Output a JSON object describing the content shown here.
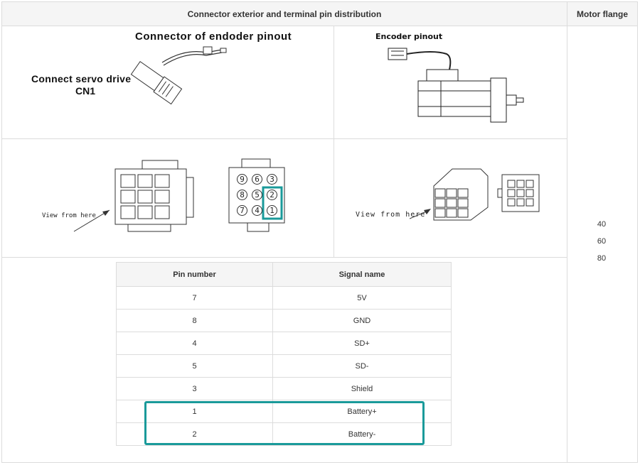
{
  "header": {
    "col_main": "Connector exterior and terminal pin distribution",
    "col_flange": "Motor flange"
  },
  "figures": {
    "connector_title": "Connector of endoder pinout",
    "drive_label_line1": "Connect servo drive",
    "drive_label_line2": "CN1",
    "encoder_title": "Encoder pinout",
    "view_left": "View from here",
    "view_right": "View from here",
    "pin_numbers": [
      "9",
      "6",
      "3",
      "8",
      "5",
      "2",
      "7",
      "4",
      "1"
    ]
  },
  "motor_flange": [
    "40",
    "60",
    "80"
  ],
  "pin_table": {
    "headers": [
      "Pin number",
      "Signal name"
    ],
    "rows": [
      {
        "pin": "7",
        "signal": "5V"
      },
      {
        "pin": "8",
        "signal": "GND"
      },
      {
        "pin": "4",
        "signal": "SD+"
      },
      {
        "pin": "5",
        "signal": "SD-"
      },
      {
        "pin": "3",
        "signal": "Shield"
      },
      {
        "pin": "1",
        "signal": "Battery+"
      },
      {
        "pin": "2",
        "signal": "Battery-"
      }
    ]
  },
  "colors": {
    "highlight": "#1a9a9a",
    "header_bg": "#f5f5f5",
    "border": "#dcdcdc"
  }
}
